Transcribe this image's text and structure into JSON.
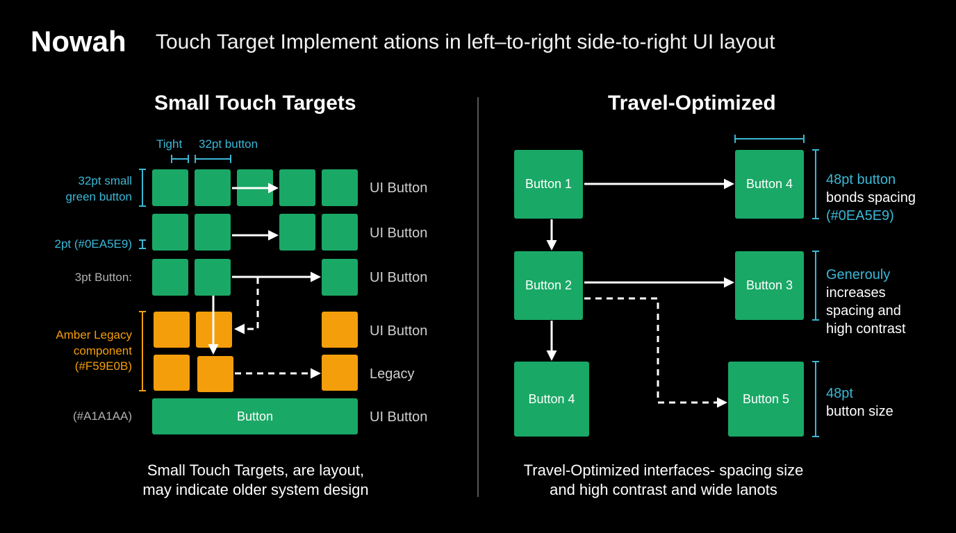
{
  "header": {
    "brand": "Nowah",
    "title": "Touch Target Implement ations in left–to-right side-to-right UI layout"
  },
  "left_panel": {
    "title": "Small Touch Targets",
    "dim_tight": "Tight",
    "dim_button": "32pt button",
    "side_labels": {
      "small_green_line1": "32pt small",
      "small_green_line2": "green button",
      "spacing": "2pt (#0EA5E9)",
      "three_pt": "3pt Button:",
      "amber_line1": "Amber Legacy",
      "amber_line2": "component",
      "amber_line3": "(#F59E0B)",
      "gray": "(#A1A1AA)"
    },
    "row_labels": [
      "UI Button",
      "UI Button",
      "UI Button",
      "UI Button",
      "Legacy",
      "UI Button"
    ],
    "wide_button": "Button",
    "caption_line1": "Small Touch Targets, are layout,",
    "caption_line2": "may indicate older system design"
  },
  "right_panel": {
    "title": "Travel-Optimized",
    "buttons": {
      "b1": "Button 1",
      "b2": "Button 2",
      "b3": "Button 3",
      "b4_top": "Button 4",
      "b4_bottom": "Button 4",
      "b5": "Button 5"
    },
    "notes": {
      "n1_cyan": "48pt button",
      "n1_line2": "bonds spacing",
      "n1_line3": "(#0EA5E9)",
      "n2_cyan": "Generouly",
      "n2_line2": "increases",
      "n2_line3": "spacing and",
      "n2_line4": "high contrast",
      "n3_cyan": "48pt",
      "n3_line2": "button size"
    },
    "caption_line1": "Travel-Optimized interfaces- spacing size",
    "caption_line2": "and high contrast and  wide lanots"
  },
  "colors": {
    "green": "#1aa866",
    "amber": "#f59e0b",
    "cyan": "#3bb8d6",
    "background": "#000000"
  }
}
